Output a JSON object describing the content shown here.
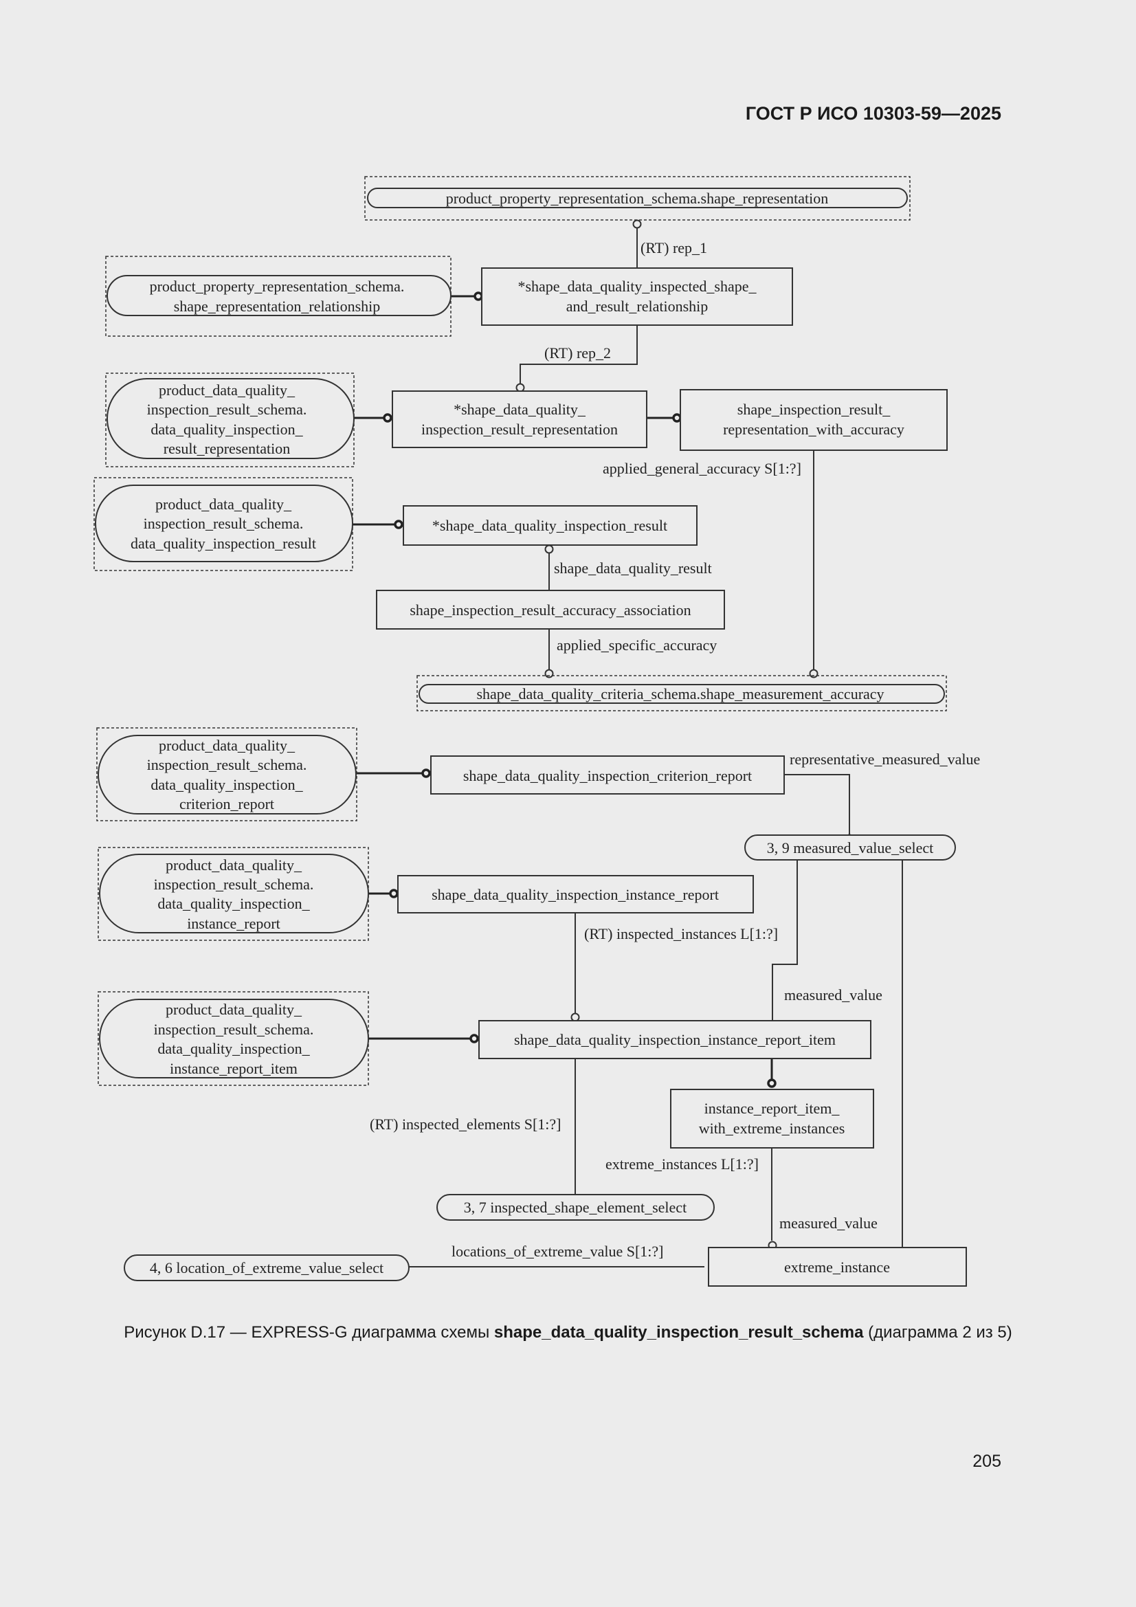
{
  "header": {
    "standard": "ГОСТ Р ИСО 10303-59—2025"
  },
  "diagram": {
    "entities": {
      "shape_rep": [
        "product_property_representation_schema.shape_representation"
      ],
      "sr_rel": [
        "product_property_representation_schema.",
        "shape_representation_relationship"
      ],
      "inspected_rel": [
        "*shape_data_quality_inspected_shape_",
        "and_result_relationship"
      ],
      "dq_result_rep": [
        "product_data_quality_",
        "inspection_result_schema.",
        "data_quality_inspection_",
        "result_representation"
      ],
      "inspection_result_rep": [
        "*shape_data_quality_",
        "inspection_result_representation"
      ],
      "with_accuracy": [
        "shape_inspection_result_",
        "representation_with_accuracy"
      ],
      "dq_inspection_result": [
        "product_data_quality_",
        "inspection_result_schema.",
        "data_quality_inspection_result"
      ],
      "inspection_result": [
        "*shape_data_quality_inspection_result"
      ],
      "accuracy_assoc": [
        "shape_inspection_result_accuracy_association"
      ],
      "measurement_accuracy": [
        "shape_data_quality_criteria_schema.shape_measurement_accuracy"
      ],
      "dq_criterion_report": [
        "product_data_quality_",
        "inspection_result_schema.",
        "data_quality_inspection_",
        "criterion_report"
      ],
      "criterion_report": [
        "shape_data_quality_inspection_criterion_report"
      ],
      "measured_value_select": [
        "3, 9 measured_value_select"
      ],
      "dq_instance_report": [
        "product_data_quality_",
        "inspection_result_schema.",
        "data_quality_inspection_",
        "instance_report"
      ],
      "instance_report": [
        "shape_data_quality_inspection_instance_report"
      ],
      "dq_instance_report_item": [
        "product_data_quality_",
        "inspection_result_schema.",
        "data_quality_inspection_",
        "instance_report_item"
      ],
      "instance_report_item": [
        "shape_data_quality_inspection_instance_report_item"
      ],
      "extreme_item": [
        "instance_report_item_",
        "with_extreme_instances"
      ],
      "element_select": [
        "3, 7 inspected_shape_element_select"
      ],
      "location_select": [
        "4, 6 location_of_extreme_value_select"
      ],
      "extreme_instance": [
        "extreme_instance"
      ]
    },
    "labels": {
      "rep_1": "(RT) rep_1",
      "rep_2": "(RT) rep_2",
      "applied_general_accuracy": "applied_general_accuracy S[1:?]",
      "shape_data_quality_result": "shape_data_quality_result",
      "applied_specific_accuracy": "applied_specific_accuracy",
      "representative_measured_value": "representative_measured_value",
      "inspected_instances": "(RT) inspected_instances L[1:?]",
      "measured_value_1": "measured_value",
      "inspected_elements": "(RT) inspected_elements S[1:?]",
      "extreme_instances": "extreme_instances L[1:?]",
      "measured_value_2": "measured_value",
      "locations_of_extreme_value": "locations_of_extreme_value S[1:?]"
    }
  },
  "caption": {
    "prefix": "Рисунок D.17 — EXPRESS-G диаграмма схемы ",
    "schema": "shape_data_quality_inspection_result_schema",
    "suffix": " (диаграмма 2 из 5)"
  },
  "page_number": "205"
}
